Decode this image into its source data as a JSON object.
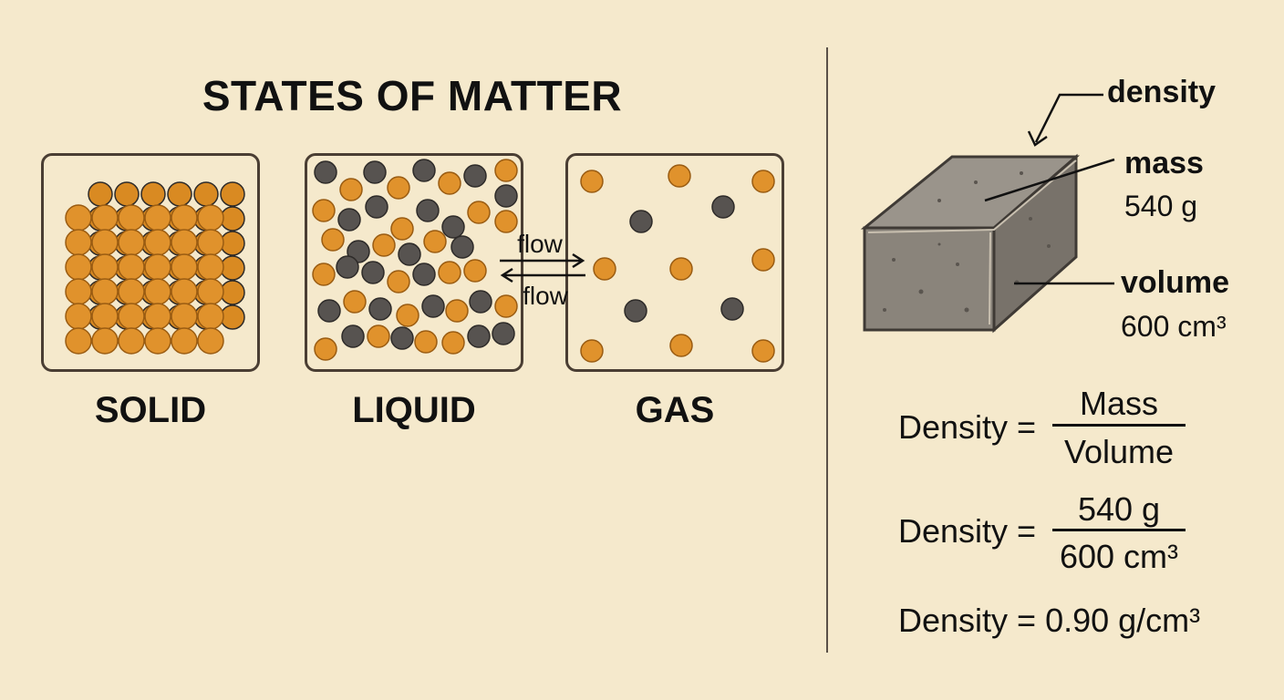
{
  "title": "STATES OF MATTER",
  "states": [
    {
      "label": "SOLID"
    },
    {
      "label": "LIQUID"
    },
    {
      "label": "GAS"
    }
  ],
  "flow_labels": {
    "forward": "flow",
    "backward": "flow"
  },
  "block": {
    "density_label": "density",
    "mass_label": "mass",
    "mass_value": "540 g",
    "volume_label": "volume",
    "volume_value": "600 cm³"
  },
  "formulas": {
    "lhs": "Density =",
    "line1": {
      "numerator": "Mass",
      "denominator": "Volume"
    },
    "line2": {
      "numerator": "540 g",
      "denominator": "600 cm³"
    },
    "line3": "Density = 0.90 g/cm³"
  },
  "colors": {
    "background": "#f5e9cc",
    "particle_orange": "#e0922c",
    "particle_gray": "#575350",
    "block": "#8a847b"
  }
}
